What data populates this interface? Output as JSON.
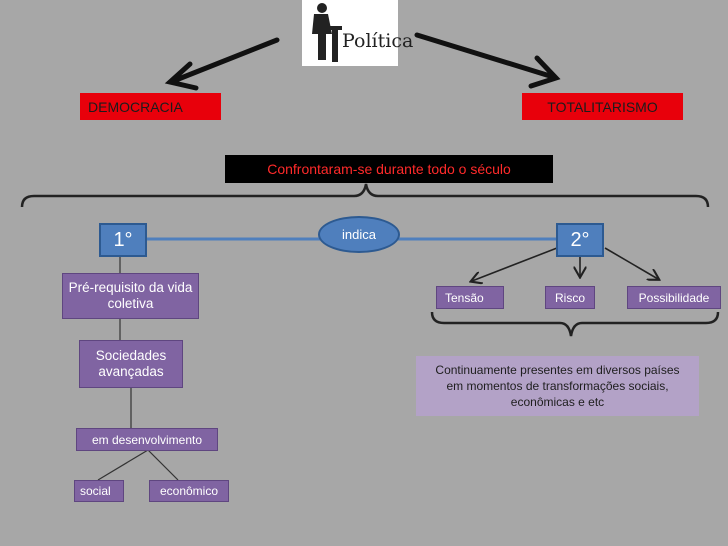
{
  "logo": {
    "text": "Política",
    "icon": "person-at-podium-icon"
  },
  "democracia": "DEMOCRACIA",
  "totalitarismo": "TOTALITARISMO",
  "confronto": "Confrontaram-se durante todo o século",
  "indica": "indica",
  "primeiro": "1°",
  "segundo": "2°",
  "left_branch": {
    "prerequisito": "Pré-requisito da vida coletiva",
    "sociedades": "Sociedades avançadas",
    "desenvolvimento": "em desenvolvimento",
    "social": "social",
    "economico": "econômico"
  },
  "right_branch": {
    "tensao": "Tensão",
    "risco": "Risco",
    "possibilidade": "Possibilidade",
    "continuamente": "Continuamente presentes em diversos países em momentos de transformações sociais, econômicas e etc"
  },
  "colors": {
    "background": "#a7a7a7",
    "red_label": "#e8000b",
    "blue_node": "#4f7fbd",
    "purple_node": "#8064a2",
    "lilac_node": "#b3a2c7"
  }
}
